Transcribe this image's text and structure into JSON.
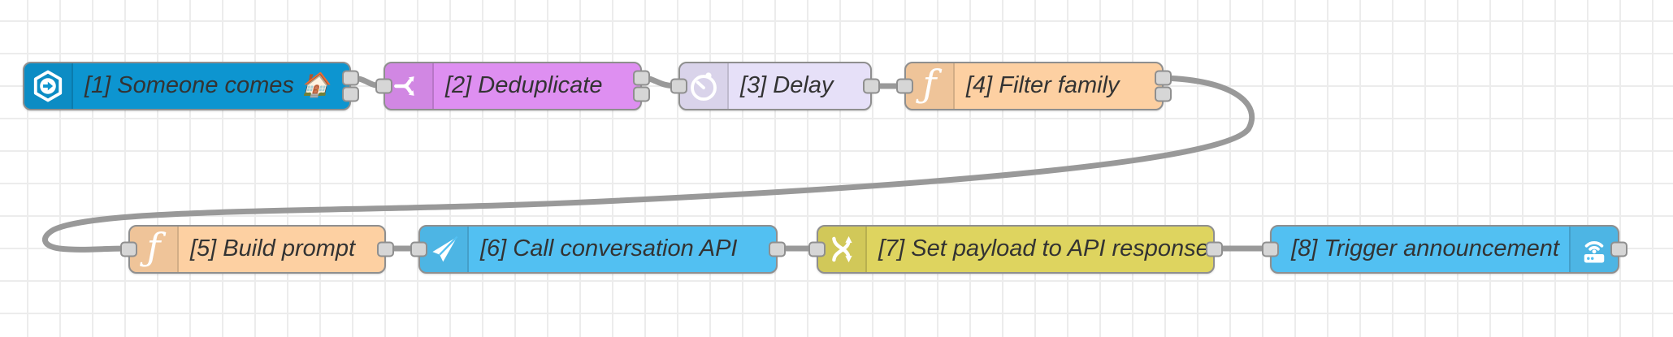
{
  "editor": {
    "background": "#ffffff",
    "grid_color": "#ececec",
    "wire_color": "#999999",
    "port_fill": "#d6d6d6",
    "port_border": "#8f8f8f",
    "label_color": "#333333",
    "function_glyph": "ƒ"
  },
  "nodes": [
    {
      "label": "[1] Someone comes 🏠",
      "color": "#0d95d0",
      "icon": "home-assistant-arrow-icon",
      "outputs": 2,
      "inputs": 0
    },
    {
      "label": "[2] Deduplicate",
      "color": "#de8ff1",
      "icon": "fork-icon",
      "outputs": 2,
      "inputs": 1
    },
    {
      "label": "[3] Delay",
      "color": "#e6e0f8",
      "icon": "timer-icon",
      "outputs": 1,
      "inputs": 1
    },
    {
      "label": "[4] Filter family",
      "color": "#fdd0a2",
      "icon": "function-icon",
      "outputs": 2,
      "inputs": 1
    },
    {
      "label": "[5] Build prompt",
      "color": "#fdd0a2",
      "icon": "function-icon",
      "outputs": 1,
      "inputs": 1
    },
    {
      "label": "[6] Call conversation API",
      "color": "#52c0f2",
      "icon": "paper-plane-icon",
      "outputs": 1,
      "inputs": 1
    },
    {
      "label": "[7] Set payload to API response",
      "color": "#ded45f",
      "icon": "shuffle-icon",
      "outputs": 1,
      "inputs": 1
    },
    {
      "label": "[8] Trigger announcement",
      "color": "#52c0f2",
      "icon": "device-wifi-icon",
      "outputs": 1,
      "inputs": 1
    }
  ]
}
